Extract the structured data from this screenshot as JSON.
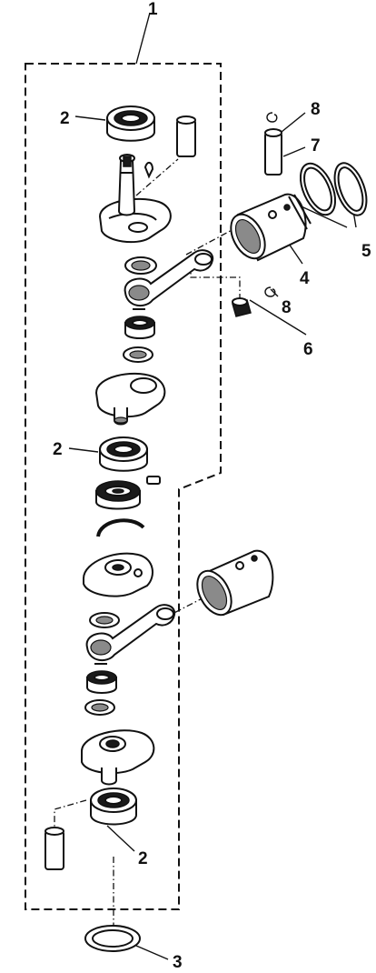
{
  "callouts": {
    "c1": "1",
    "c2a": "2",
    "c2b": "2",
    "c2c": "2",
    "c3": "3",
    "c4": "4",
    "c5": "5",
    "c6": "6",
    "c7": "7",
    "c8a": "8",
    "c8b": "8"
  }
}
